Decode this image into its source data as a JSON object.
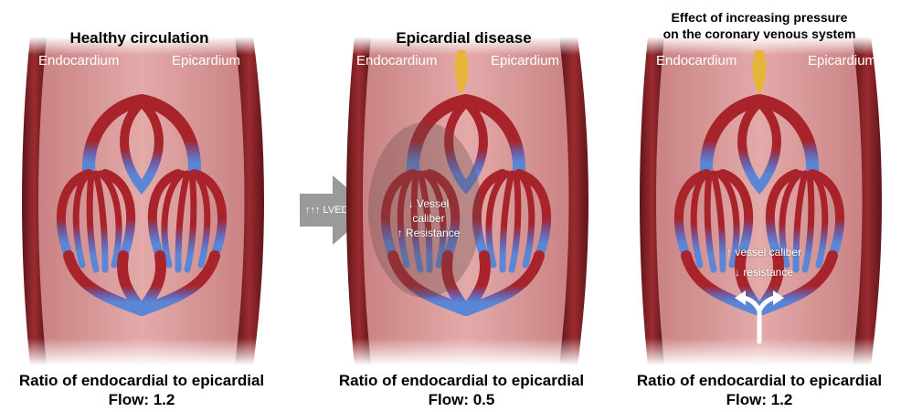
{
  "panels": [
    {
      "title": "Healthy circulation",
      "endo_label": "Endocardium",
      "epi_label": "Epicardium",
      "caption_line1": "Ratio of endocardial to epicardial",
      "caption_line2": "Flow: 1.2"
    },
    {
      "title": "Epicardial disease",
      "endo_label": "Endocardium",
      "epi_label": "Epicardium",
      "note_line1": "↓ Vessel",
      "note_line2": "caliber",
      "note_line3": "↑ Resistance",
      "caption_line1": "Ratio of endocardial to epicardial",
      "caption_line2": "Flow: 0.5"
    },
    {
      "title_line1": "Effect of increasing pressure",
      "title_line2": "on the coronary venous system",
      "endo_label": "Endocardium",
      "epi_label": "Epicardium",
      "note_line1": "↑ vessel caliber",
      "note_line2": "↓ resistance",
      "caption_line1": "Ratio of endocardial to epicardial",
      "caption_line2": "Flow: 1.2"
    }
  ],
  "arrow": {
    "label": "↑↑↑ LVEDP"
  },
  "colors": {
    "wall": "#7a1f24",
    "tissue": "#d99a9c",
    "artery": "#b0222a",
    "vein": "#5b86d6",
    "plaque": "#e7b53a",
    "arrow": "#9a9a9a"
  }
}
